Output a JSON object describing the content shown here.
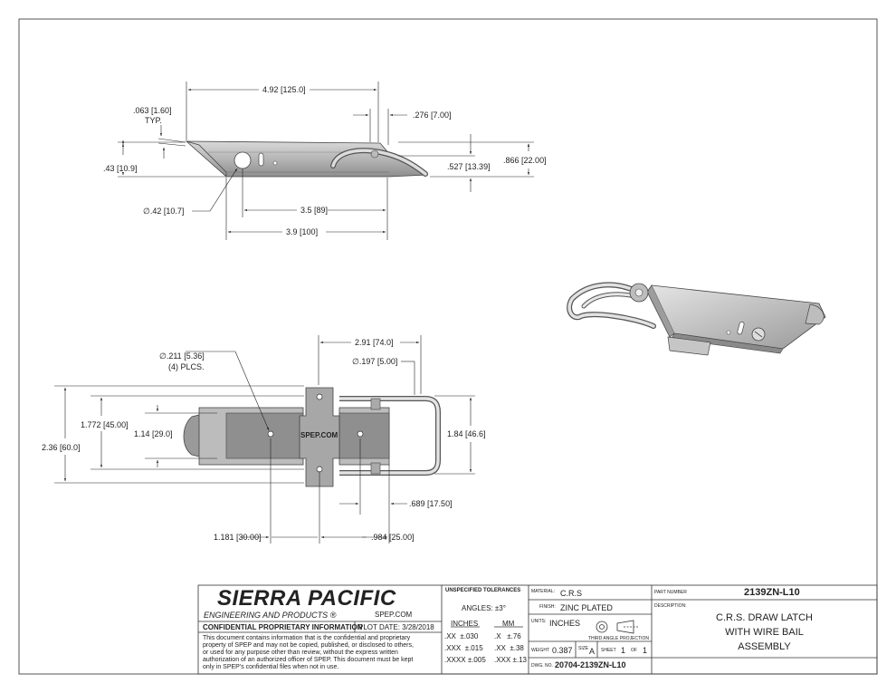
{
  "dimensions": {
    "overall_length": "4.92",
    "overall_length_mm": "125.0",
    "offset_276": ".276",
    "offset_276_mm": "7.00",
    "thickness": ".063",
    "thickness_mm": "1.60",
    "thickness_note": "TYP.",
    "height_527": ".527",
    "height_527_mm": "13.39",
    "height_866": ".866",
    "height_866_mm": "22.00",
    "height_43": ".43",
    "height_43_mm": "10.9",
    "dia_42": "∅.42",
    "dia_42_mm": "10.7",
    "len_35": "3.5",
    "len_35_mm": "89",
    "len_39": "3.9",
    "len_39_mm": "100",
    "dia_211": "∅.211",
    "dia_211_mm": "5.36",
    "dia_211_note": "(4) PLCS.",
    "dia_197": "∅.197",
    "dia_197_mm": "5.00",
    "len_291": "2.91",
    "len_291_mm": "74.0",
    "width_1772": "1.772",
    "width_1772_mm": "45.00",
    "width_114": "1.14",
    "width_114_mm": "29.0",
    "width_236": "2.36",
    "width_236_mm": "60.0",
    "width_184": "1.84",
    "width_184_mm": "46.6",
    "len_689": ".689",
    "len_689_mm": "17.50",
    "len_1181": "1.181",
    "len_1181_mm": "30.00",
    "len_984": ".984",
    "len_984_mm": "25.00",
    "brand_marking": "SPEP.COM"
  },
  "title_block": {
    "company": "SIERRA PACIFIC",
    "company_sub": "ENGINEERING AND PRODUCTS",
    "registered": "®",
    "website": "SPEP.COM",
    "confidential_title": "CONFIDENTIAL PROPRIETARY INFORMATION",
    "plot_date": "PLOT DATE: 3/28/2018",
    "confidential_text": [
      "This document contains information that is the confidential and proprietary",
      "property of SPEP and may not be copied, published, or disclosed to others,",
      "or used for any purpose  other than review, without the express written",
      "authorization of an authorized officer of SPEP. This document must be kept",
      "only in SPEP's confidential files when not in use."
    ],
    "tolerances_title": "UNSPECIFIED TOLERANCES",
    "angles": "ANGLES: ±3°",
    "inches_header": "INCHES",
    "mm_header": "MM",
    "inch_tolerances": [
      {
        "format": ".XX",
        "value": "±.030"
      },
      {
        "format": ".XXX",
        "value": "±.015"
      },
      {
        "format": ".XXXX",
        "value": "±.005"
      }
    ],
    "mm_tolerances": [
      {
        "format": ".X",
        "value": "±.76"
      },
      {
        "format": ".XX",
        "value": "±.38"
      },
      {
        "format": ".XXX",
        "value": "±.13"
      }
    ],
    "material_label": "MATERIAL:",
    "material": "C.R.S",
    "finish_label": "FINISH:",
    "finish": "ZINC PLATED",
    "units_label": "UNITS:",
    "units": "INCHES",
    "projection": "THIRD ANGLE PROJECTION",
    "weight_label": "WEIGHT",
    "weight": "0.387",
    "size_label": "SIZE",
    "size": "A",
    "sheet_label": "SHEET",
    "sheet": "1",
    "of_label": "OF",
    "sheet_total": "1",
    "dwg_label": "DWG. NO.",
    "dwg_no": "20704-2139ZN-L10",
    "part_number_label": "PART NUMBER",
    "part_number": "2139ZN-L10",
    "description_label": "DESCRIPTION:",
    "description": [
      "C.R.S. DRAW LATCH",
      "WITH WIRE BAIL",
      "ASSEMBLY"
    ]
  }
}
